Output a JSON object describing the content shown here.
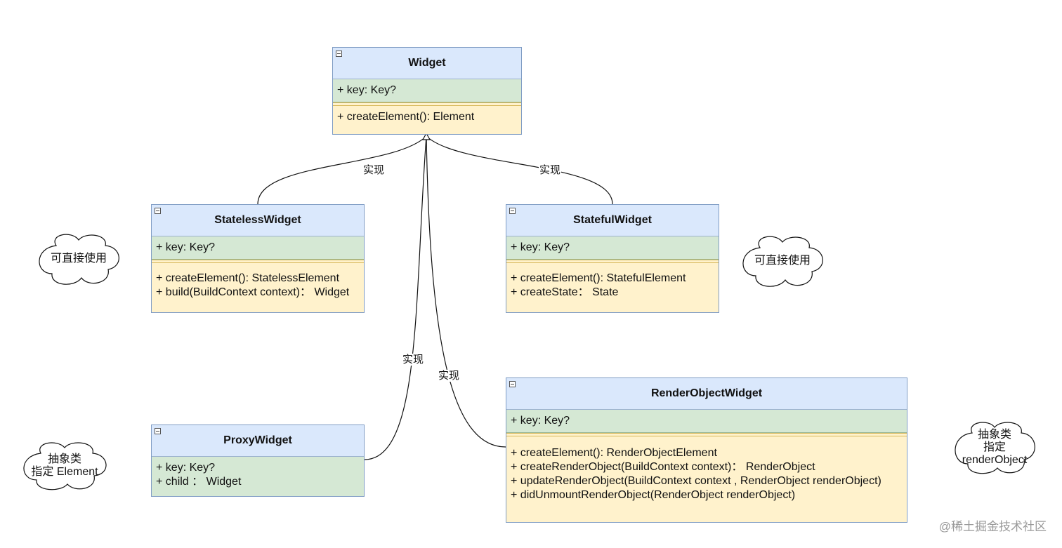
{
  "classes": {
    "widget": {
      "name": "Widget",
      "attrs": [
        "+ key: Key?"
      ],
      "methods": [
        "+ createElement(): Element"
      ]
    },
    "stateless": {
      "name": "StatelessWidget",
      "attrs": [
        "+ key: Key?"
      ],
      "methods": [
        "+ createElement(): StatelessElement",
        "+ build(BuildContext context)： Widget"
      ]
    },
    "stateful": {
      "name": "StatefulWidget",
      "attrs": [
        "+ key: Key?"
      ],
      "methods": [
        "+ createElement(): StatefulElement",
        "+ createState： State"
      ]
    },
    "proxy": {
      "name": "ProxyWidget",
      "attrs": [
        "+ key: Key?",
        "+ child ： Widget"
      ]
    },
    "render": {
      "name": "RenderObjectWidget",
      "attrs": [
        "+ key: Key?"
      ],
      "methods": [
        "+ createElement(): RenderObjectElement",
        "+ createRenderObject(BuildContext context)： RenderObject",
        "+ updateRenderObject(BuildContext context , RenderObject renderObject)",
        "+ didUnmountRenderObject(RenderObject renderObject)"
      ]
    }
  },
  "edge_labels": {
    "stateless": "实现",
    "stateful": "实现",
    "proxy": "实现",
    "render": "实现"
  },
  "notes": {
    "stateless_note": [
      "可直接使用"
    ],
    "stateful_note": [
      "可直接使用"
    ],
    "proxy_note": [
      "抽象类",
      "指定 Element"
    ],
    "render_note": [
      "抽象类",
      "指定",
      "renderObject"
    ]
  },
  "watermark": "@稀土掘金技术社区"
}
